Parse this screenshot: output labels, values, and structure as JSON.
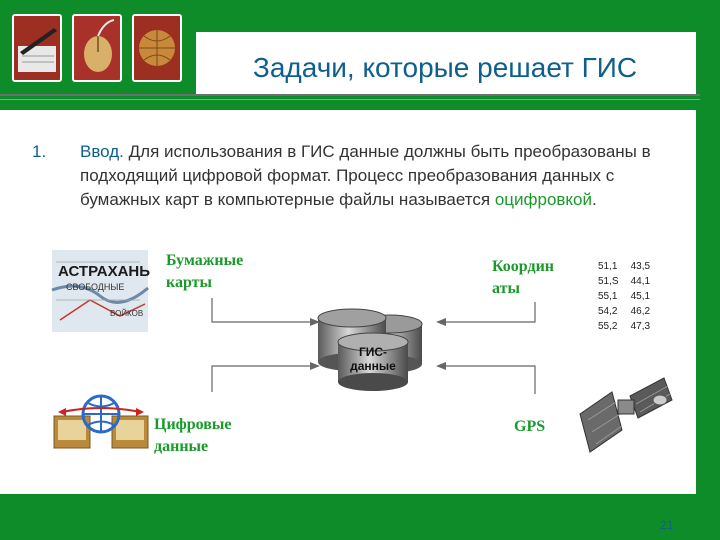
{
  "slide": {
    "title": "Задачи, которые решает ГИС",
    "page_number": "21",
    "item_number": "1.",
    "item_lead": "Ввод.",
    "item_text": "Для использования в ГИС данные должны быть преобразованы в подходящий цифровой формат. Процесс преобразования данных с бумажных карт в компьютерные файлы называется",
    "item_term": "оцифровкой",
    "item_end": "."
  },
  "diagram": {
    "paper_maps": "Бумажные карты",
    "coordinates": "Координ аты",
    "digital_data": "Цифровые данные",
    "gps": "GPS",
    "db_label": "ГИС-данные",
    "map_title": "АСТРАХАНЬ",
    "map_sub": "СВОБОДНЫЕ",
    "map_side": "ВОЙКОВ",
    "coord_rows": [
      [
        "51,1",
        "43,5"
      ],
      [
        "51,S",
        "44,1"
      ],
      [
        "55,1",
        "45,1"
      ],
      [
        "54,2",
        "46,2"
      ],
      [
        "55,2",
        "47,3"
      ]
    ]
  },
  "colors": {
    "brand_green": "#0f8c2a",
    "title_blue": "#0f5f8c",
    "label_green": "#1a9a2a"
  }
}
